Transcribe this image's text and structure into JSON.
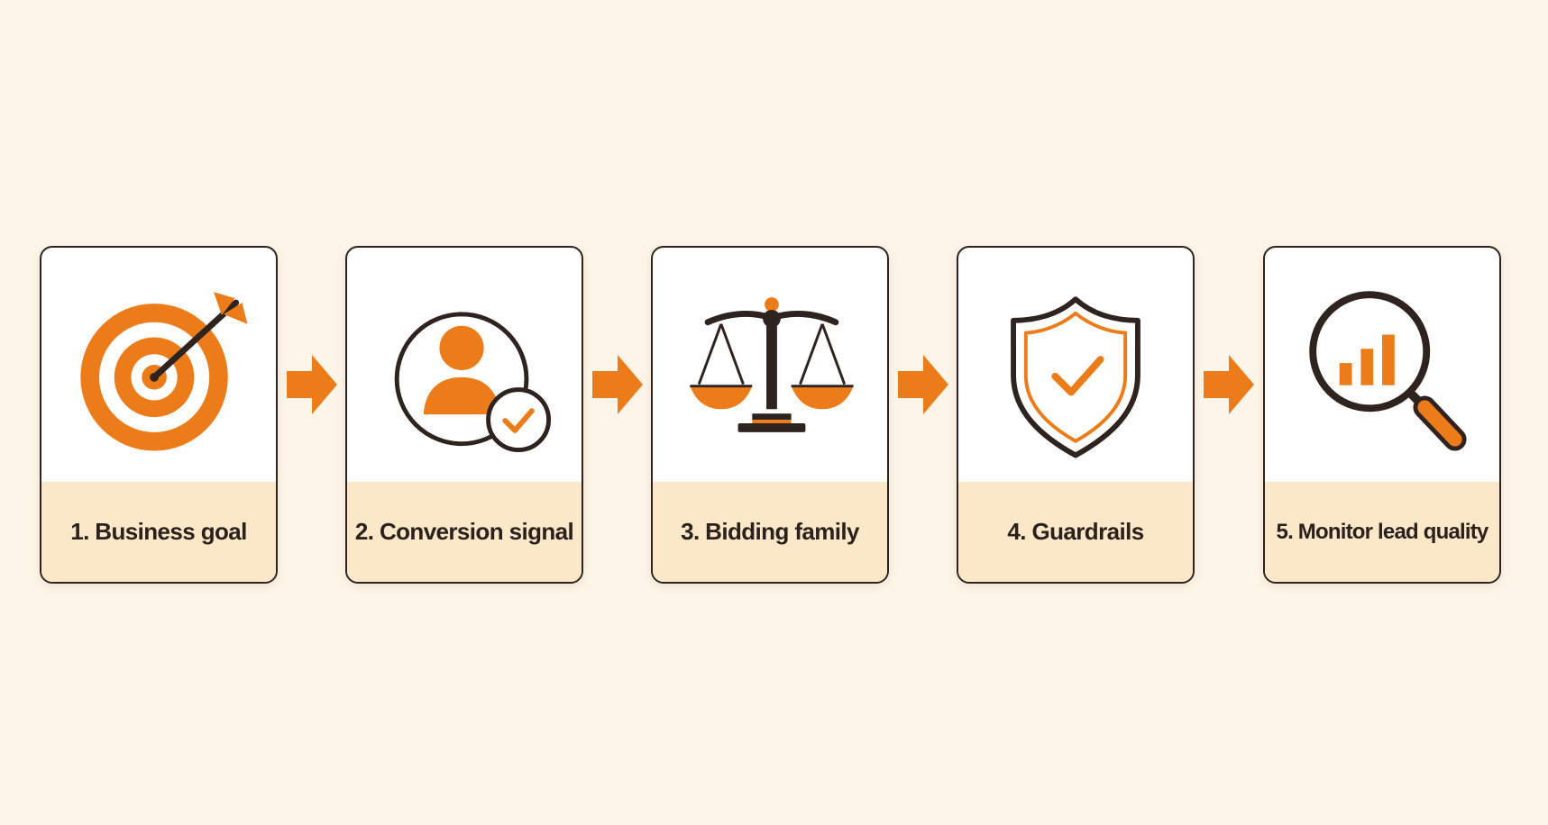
{
  "colors": {
    "background": "#fdf5e8",
    "card": "#ffffff",
    "card_footer": "#fbe8c9",
    "accent": "#ec7c19",
    "ink": "#2e231e"
  },
  "steps": [
    {
      "label": "1. Business goal",
      "icon": "target-icon"
    },
    {
      "label": "2. Conversion signal",
      "icon": "user-check-icon"
    },
    {
      "label": "3. Bidding family",
      "icon": "balance-scale-icon"
    },
    {
      "label": "4. Guardrails",
      "icon": "shield-check-icon"
    },
    {
      "label": "5. Monitor lead quality",
      "icon": "magnifier-chart-icon"
    }
  ],
  "arrows": [
    "arrow-right-icon",
    "arrow-right-icon",
    "arrow-right-icon",
    "arrow-right-icon"
  ]
}
